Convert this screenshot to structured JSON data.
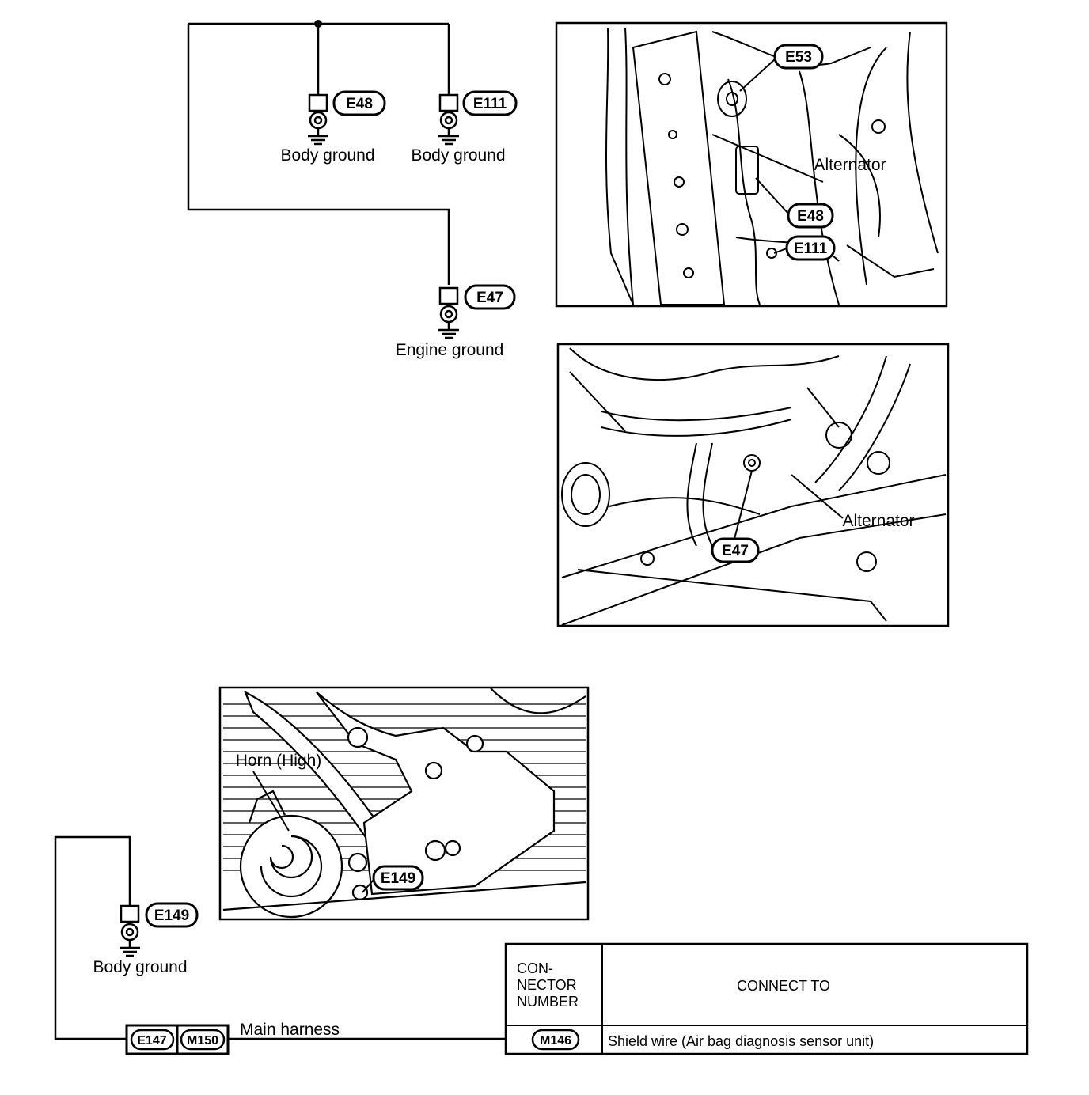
{
  "wiring": {
    "grounds": [
      {
        "connector": "E48",
        "label": "Body ground"
      },
      {
        "connector": "E111",
        "label": "Body ground"
      },
      {
        "connector": "E47",
        "label": "Engine ground"
      },
      {
        "connector": "E149",
        "label": "Body ground"
      }
    ],
    "harness": {
      "connector_a": "E147",
      "connector_b": "M150",
      "label": "Main harness"
    }
  },
  "photos": {
    "top": {
      "callouts": [
        "E53",
        "E48",
        "E111"
      ],
      "alternator_label": "Alternator"
    },
    "middle": {
      "callouts": [
        "E47"
      ],
      "alternator_label": "Alternator"
    },
    "bottom": {
      "callouts": [
        "E149"
      ],
      "horn_label": "Horn (High)"
    }
  },
  "connector_table": {
    "header_number_lines": [
      "CON-",
      "NECTOR",
      "NUMBER"
    ],
    "header_connect": "CONNECT TO",
    "rows": [
      {
        "connector": "M146",
        "connect_to": "Shield wire (Air bag diagnosis sensor unit)"
      }
    ]
  }
}
